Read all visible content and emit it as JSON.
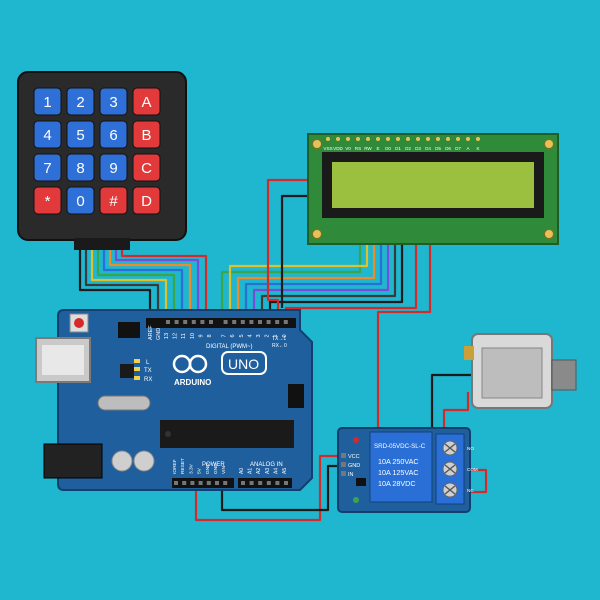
{
  "keypad": {
    "rows": [
      [
        "1",
        "2",
        "3",
        "A"
      ],
      [
        "4",
        "5",
        "6",
        "B"
      ],
      [
        "7",
        "8",
        "9",
        "C"
      ],
      [
        "*",
        "0",
        "#",
        "D"
      ]
    ]
  },
  "lcd": {
    "pins": [
      "VSS",
      "VDD",
      "V0",
      "RS",
      "RW",
      "E",
      "D0",
      "D1",
      "D2",
      "D3",
      "D4",
      "D5",
      "D6",
      "D7",
      "A",
      "K"
    ]
  },
  "arduino": {
    "brand": "ARDUINO",
    "model": "UNO",
    "aref": "AREF",
    "gnd": "GND",
    "digital_label": "DIGITAL (PWM~)",
    "digital_pins": [
      "13",
      "12",
      "11",
      "10",
      "9",
      "8",
      "7",
      "6",
      "5",
      "4",
      "3",
      "2",
      "1",
      "0"
    ],
    "tx": "TX",
    "rx": "RX",
    "l_led": "L",
    "tx_pin": "TX→1",
    "rx_pin": "RX←0",
    "power_label": "POWER",
    "analog_label": "ANALOG IN",
    "power_pins": [
      "IOREF",
      "RESET",
      "3.3V",
      "5V",
      "GND",
      "GND",
      "VIN"
    ],
    "analog_pins": [
      "A0",
      "A1",
      "A2",
      "A3",
      "A4",
      "A5"
    ]
  },
  "relay": {
    "part": "SRD-05VDC-SL-C",
    "ratings": [
      "10A 250VAC",
      "10A 125VAC",
      "10A 28VDC"
    ],
    "inputs": [
      "VCC",
      "GND",
      "IN"
    ],
    "terminals": [
      "NO",
      "COM",
      "NC"
    ]
  },
  "colors": {
    "background": "#1fb6cf",
    "board": "#1f5f9e",
    "wire_red": "#d62a2a",
    "wire_black": "#1b1b1b",
    "lcd_screen": "#9bbf3e"
  }
}
